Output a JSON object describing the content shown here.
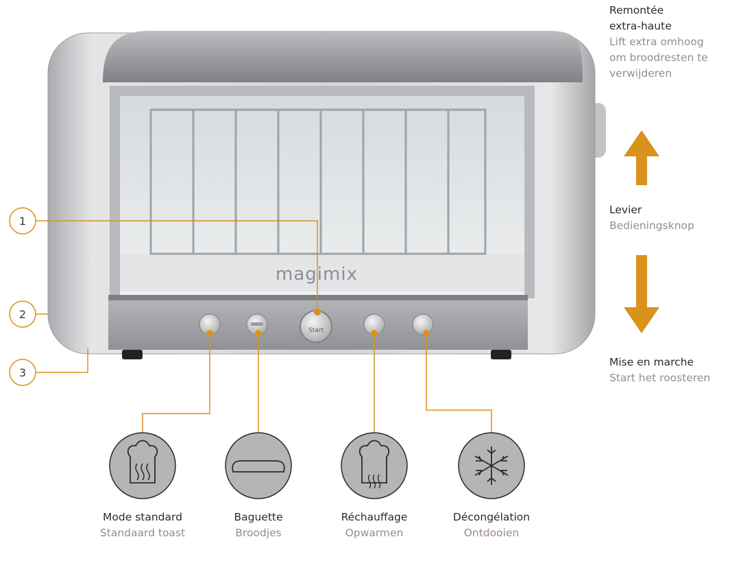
{
  "brand": "magimix",
  "start_button_text": "Start",
  "callouts": [
    "1",
    "2",
    "3"
  ],
  "lever": {
    "lift": {
      "fr": "Remontée extra-haute",
      "fr_line1": "Remontée",
      "fr_line2": "extra-haute",
      "nl_lines": [
        "Lift extra omhoog",
        "om broodresten te",
        "verwijderen"
      ]
    },
    "lever": {
      "fr": "Levier",
      "nl": "Bedieningsknop"
    },
    "start": {
      "fr": "Mise en marche",
      "nl": "Start het roosteren"
    }
  },
  "modes": [
    {
      "fr": "Mode standard",
      "nl": "Standaard toast",
      "icon": "toast-heat-icon"
    },
    {
      "fr": "Baguette",
      "nl": "Broodjes",
      "icon": "baguette-icon"
    },
    {
      "fr": "Réchauffage",
      "nl": "Opwarmen",
      "icon": "reheat-icon"
    },
    {
      "fr": "Décongélation",
      "nl": "Ontdooien",
      "icon": "snowflake-icon"
    }
  ],
  "colors": {
    "accent": "#d9921c",
    "label_dark": "#2a2a2a",
    "label_muted": "#9a8b8b",
    "chrome": "#c9cacc",
    "icon_circle": "#b5b5b5"
  }
}
